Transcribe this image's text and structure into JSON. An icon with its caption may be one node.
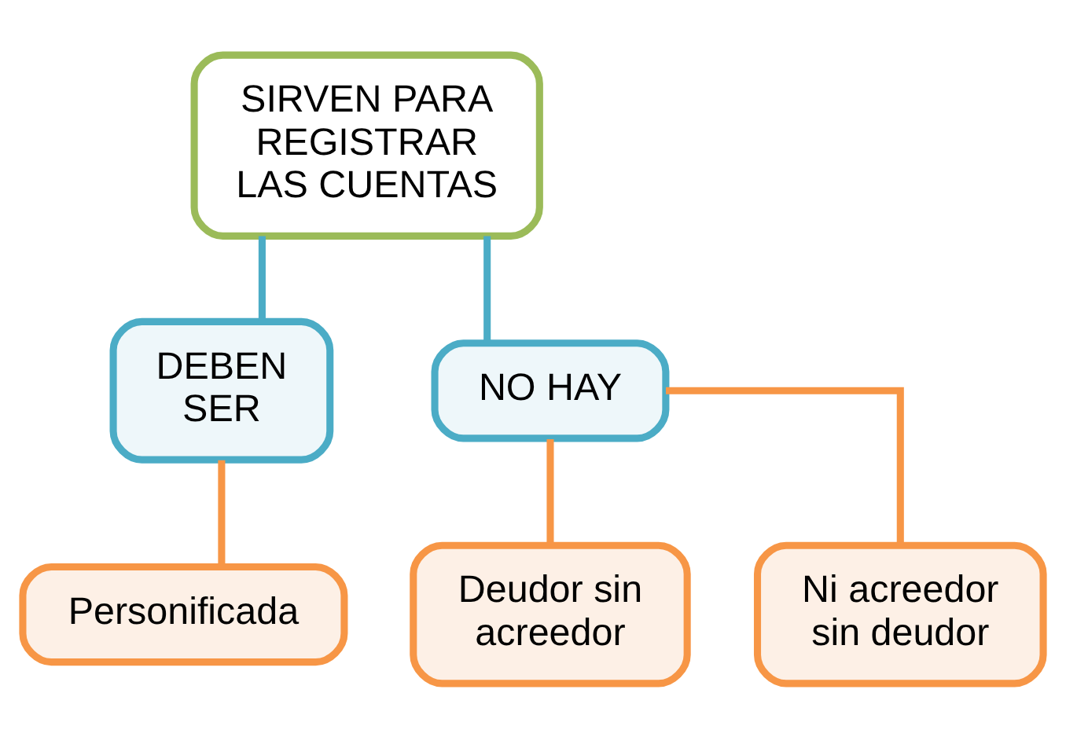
{
  "diagram": {
    "nodes": [
      {
        "text": [
          "SIRVEN PARA REGISTRAR LAS CUENTAS"
        ]
      },
      {
        "text": [
          "DEBEN SER"
        ]
      },
      {
        "text": [
          "NO HAY"
        ]
      },
      {
        "text": [
          "Personificada"
        ]
      },
      {
        "text": [
          "Deudor sin acreedor"
        ]
      },
      {
        "text": [
          "Ni acreedor sin deudor"
        ]
      }
    ],
    "edges": [
      {
        "from": 0,
        "to": 1,
        "arrow": "none",
        "color": "#4bacc6"
      },
      {
        "from": 0,
        "to": 2,
        "arrow": "none",
        "color": "#4bacc6"
      },
      {
        "from": 1,
        "to": 3,
        "arrow": "none"
      },
      {
        "from": 2,
        "to": 4,
        "arrow": "none"
      },
      {
        "from": 2,
        "to": 5,
        "arrow": "none"
      }
    ]
  }
}
